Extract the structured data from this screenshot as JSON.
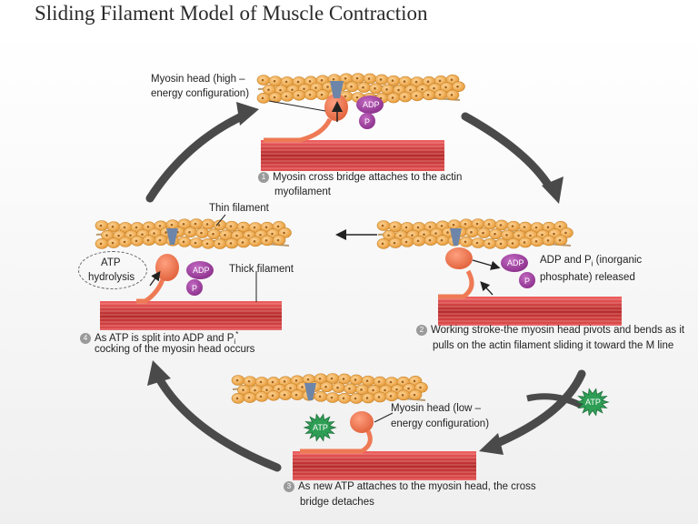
{
  "title": "Sliding Filament Model of Muscle Contraction",
  "labels": {
    "myosin_high_1": "Myosin  head  (high –",
    "myosin_high_2": "energy  configuration)",
    "thin_filament": "Thin filament",
    "thick_filament": "Thick filament",
    "atp_hydrolysis_1": "ATP",
    "atp_hydrolysis_2": "hydrolysis",
    "adp_pi_released_1": "ADP and P",
    "adp_pi_released_1_sub": "i",
    "adp_pi_released_1_rest": " (inorganic",
    "adp_pi_released_2": "phosphate) released",
    "myosin_low_1": "Myosin head (low –",
    "myosin_low_2": "energy configuration)"
  },
  "molecules": {
    "adp": "ADP",
    "pi": "P",
    "atp": "ATP"
  },
  "steps": [
    {
      "number": "1",
      "line1": "Myosin cross bridge attaches to the actin",
      "line2": "myofilament"
    },
    {
      "number": "2",
      "line1": "Working stroke-the myosin head pivots  and bends as it",
      "line2": "pulls on the actin filament  sliding it toward the M line"
    },
    {
      "number": "3",
      "line1": "As new ATP attaches to the myosin head, the cross",
      "line2": "bridge detaches"
    },
    {
      "number": "4",
      "line1": "As ATP is split into ADP and P",
      "line1_sub": "i",
      "line1_rest": "*",
      "line2": "cocking of the myosin head occurs"
    }
  ],
  "colors": {
    "actin_bead": "#f2b55a",
    "actin_bead_dark": "#c8842a",
    "myosin": "#ee7a55",
    "thick_filament": "#c43a3a",
    "molecule_purple": "#9b3d9b",
    "atp_green": "#2e9e55",
    "cycle_arrow": "#4a4a4a"
  }
}
